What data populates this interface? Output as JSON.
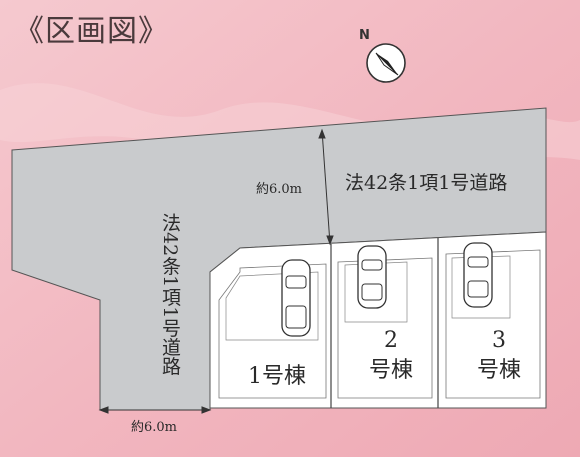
{
  "title": "《区画図》",
  "compass": {
    "label": "N"
  },
  "roads": {
    "top_label": "法42条1項1号道路",
    "left_label": "法42条1項1号道路",
    "top_width": "約6.0m",
    "bottom_width": "約6.0m"
  },
  "lots": [
    {
      "label": "1号棟"
    },
    {
      "label": "2号棟"
    },
    {
      "label": "3号棟"
    }
  ]
}
